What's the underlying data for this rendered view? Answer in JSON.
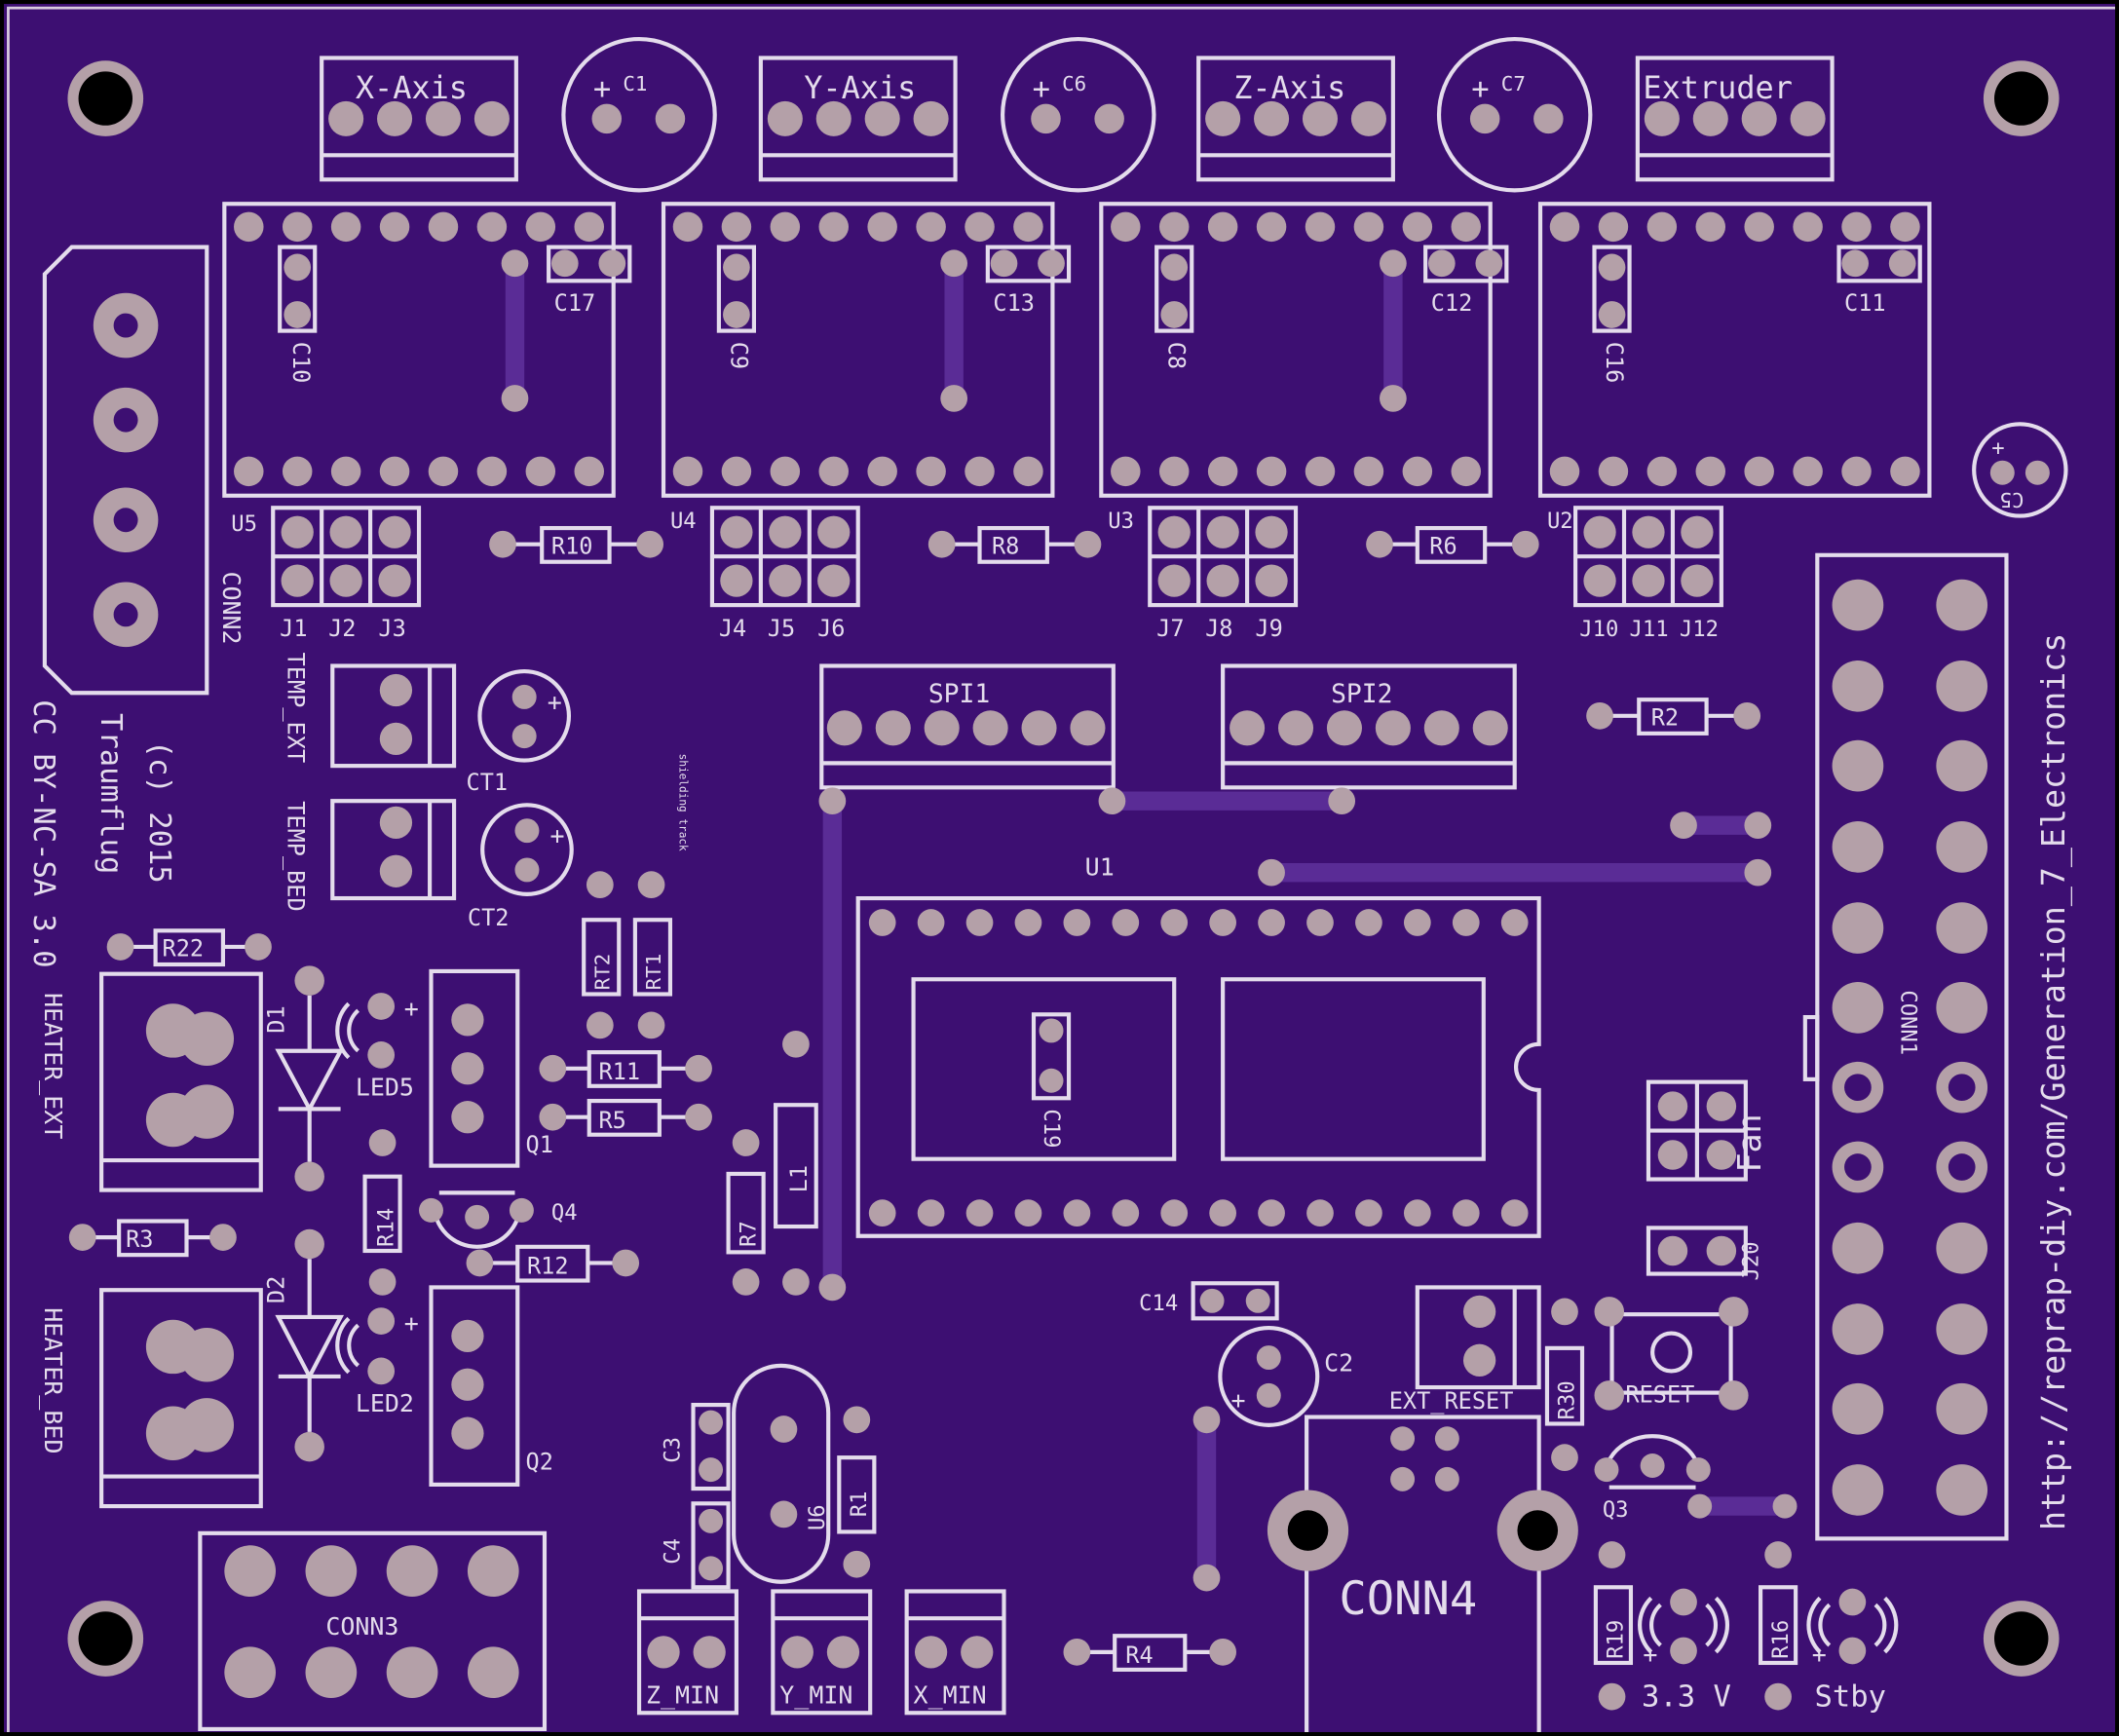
{
  "board": {
    "url": "http://reprap-diy.com/Generation_7_Electronics",
    "license": "CC BY-NC-SA 3.0",
    "copyright": "(c) 2015",
    "author": "Traumflug",
    "shielding": "shielding track"
  },
  "connectors": {
    "x_axis": "X-Axis",
    "y_axis": "Y-Axis",
    "z_axis": "Z-Axis",
    "extruder": "Extruder",
    "conn1": "CONN1",
    "conn2": "CONN2",
    "conn3": "CONN3",
    "conn4": "CONN4",
    "spi1": "SPI1",
    "spi2": "SPI2",
    "temp_ext": "TEMP_EXT",
    "temp_bed": "TEMP_BED",
    "heater_ext": "HEATER_EXT",
    "heater_bed": "HEATER_BED",
    "z_min": "Z_MIN",
    "y_min": "Y_MIN",
    "x_min": "X_MIN",
    "fan": "Fan",
    "ext_reset": "EXT_RESET",
    "reset": "RESET",
    "v33": "3.3 V",
    "stby": "Stby"
  },
  "parts": {
    "u1": "U1",
    "u2": "U2",
    "u3": "U3",
    "u4": "U4",
    "u5": "U5",
    "u6": "U6",
    "c1": "C1",
    "c2": "C2",
    "c3": "C3",
    "c4": "C4",
    "c5": "C5",
    "c6": "C6",
    "c7": "C7",
    "c8": "C8",
    "c9": "C9",
    "c10": "C10",
    "c11": "C11",
    "c12": "C12",
    "c13": "C13",
    "c14": "C14",
    "c16": "C16",
    "c17": "C17",
    "c19": "C19",
    "ct1": "CT1",
    "ct2": "CT2",
    "r1": "R1",
    "r2": "R2",
    "r3": "R3",
    "r4": "R4",
    "r5": "R5",
    "r6": "R6",
    "r7": "R7",
    "r8": "R8",
    "r10": "R10",
    "r11": "R11",
    "r12": "R12",
    "r14": "R14",
    "r16": "R16",
    "r19": "R19",
    "r22": "R22",
    "r30": "R30",
    "rt1": "RT1",
    "rt2": "RT2",
    "l1": "L1",
    "d1": "D1",
    "d2": "D2",
    "led2": "LED2",
    "led5": "LED5",
    "q1": "Q1",
    "q2": "Q2",
    "q3": "Q3",
    "q4": "Q4",
    "j1": "J1",
    "j2": "J2",
    "j3": "J3",
    "j4": "J4",
    "j5": "J5",
    "j6": "J6",
    "j7": "J7",
    "j8": "J8",
    "j9": "J9",
    "j10": "J10",
    "j11": "J11",
    "j12": "J12",
    "j20": "J20"
  }
}
